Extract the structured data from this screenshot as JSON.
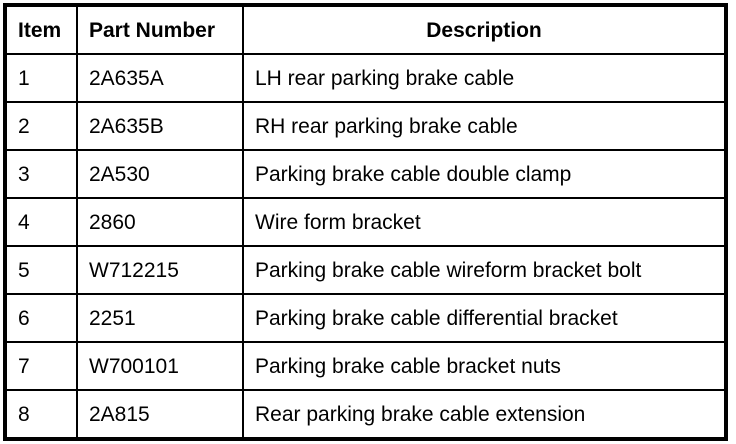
{
  "colors": {
    "background": "#ffffff",
    "border": "#000000",
    "text": "#000000"
  },
  "table": {
    "columns": [
      {
        "label": "Item",
        "align": "left"
      },
      {
        "label": "Part Number",
        "align": "left"
      },
      {
        "label": "Description",
        "align": "center"
      }
    ],
    "rows": [
      {
        "item": "1",
        "part_number": "2A635A",
        "description": "LH rear parking brake cable"
      },
      {
        "item": "2",
        "part_number": "2A635B",
        "description": "RH rear parking brake cable"
      },
      {
        "item": "3",
        "part_number": "2A530",
        "description": "Parking brake cable double clamp"
      },
      {
        "item": "4",
        "part_number": "2860",
        "description": "Wire form bracket"
      },
      {
        "item": "5",
        "part_number": "W712215",
        "description": "Parking brake cable wireform bracket bolt"
      },
      {
        "item": "6",
        "part_number": "2251",
        "description": "Parking brake cable differential bracket"
      },
      {
        "item": "7",
        "part_number": "W700101",
        "description": "Parking brake cable bracket nuts"
      },
      {
        "item": "8",
        "part_number": "2A815",
        "description": "Rear parking brake cable extension"
      }
    ]
  }
}
